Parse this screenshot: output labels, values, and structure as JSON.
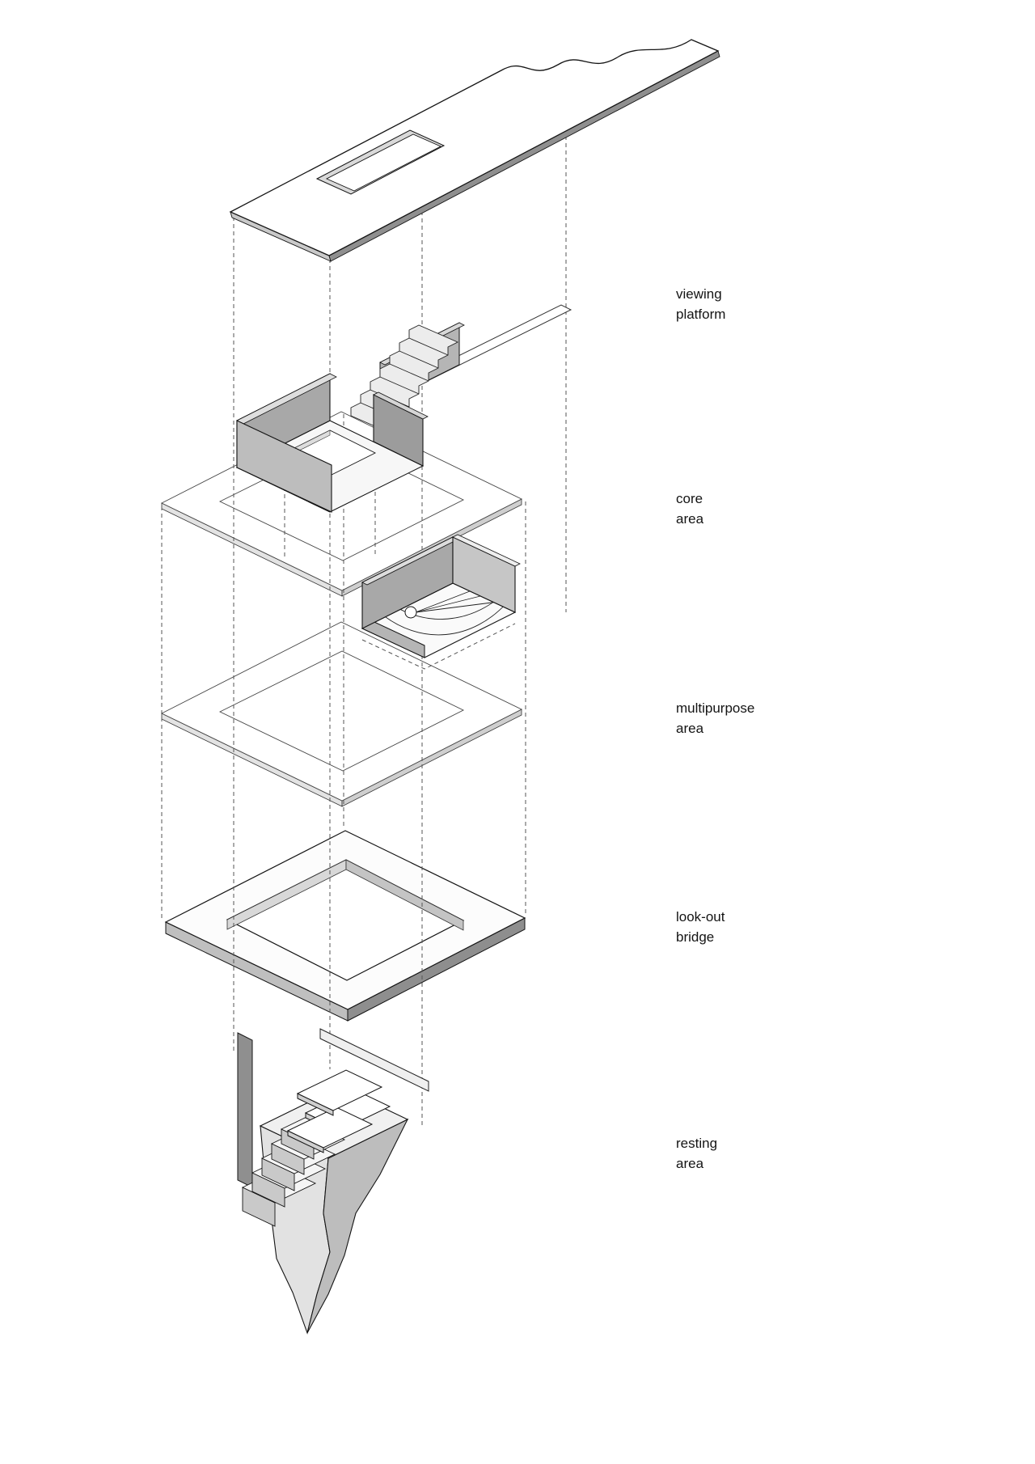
{
  "diagram": {
    "type": "exploded-axonometric-architecture-diagram",
    "labels": [
      {
        "id": "viewing-platform",
        "text": "viewing\nplatform"
      },
      {
        "id": "core-area",
        "text": "core\narea"
      },
      {
        "id": "multipurpose-area",
        "text": "multipurpose\narea"
      },
      {
        "id": "look-out-bridge",
        "text": "look-out\nbridge"
      },
      {
        "id": "resting-area",
        "text": "resting\narea"
      }
    ],
    "colors": {
      "stroke": "#141414",
      "wall_dark": "#8f8f8f",
      "wall_mid": "#a8a8a8",
      "wall_light": "#c9c9c9",
      "slab_edge_light": "#e3e3e3",
      "slab_edge_dark": "#bfbfbf",
      "rock_left": "#e2e2e2",
      "rock_right": "#bdbdbd",
      "background": "#ffffff",
      "dashed_line": "#555555"
    }
  }
}
